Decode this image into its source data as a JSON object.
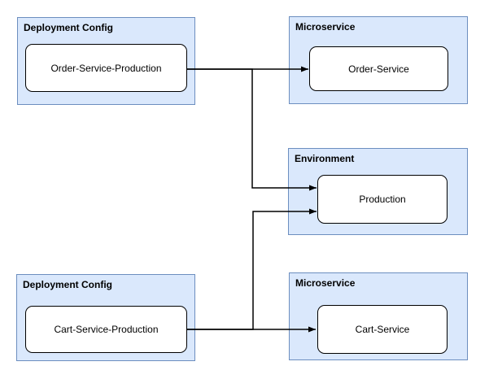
{
  "diagram": {
    "type": "flow-diagram",
    "containers": [
      {
        "id": "deployment-config-top",
        "label": "Deployment Config"
      },
      {
        "id": "microservice-top",
        "label": "Microservice"
      },
      {
        "id": "environment",
        "label": "Environment"
      },
      {
        "id": "deployment-config-bottom",
        "label": "Deployment Config"
      },
      {
        "id": "microservice-bottom",
        "label": "Microservice"
      }
    ],
    "nodes": [
      {
        "id": "order-service-production",
        "label": "Order-Service-Production",
        "container": "deployment-config-top"
      },
      {
        "id": "order-service",
        "label": "Order-Service",
        "container": "microservice-top"
      },
      {
        "id": "production",
        "label": "Production",
        "container": "environment"
      },
      {
        "id": "cart-service-production",
        "label": "Cart-Service-Production",
        "container": "deployment-config-bottom"
      },
      {
        "id": "cart-service",
        "label": "Cart-Service",
        "container": "microservice-bottom"
      }
    ],
    "edges": [
      {
        "from": "order-service-production",
        "to": "order-service",
        "style": "solid-arrow"
      },
      {
        "from": "order-service-production",
        "to": "production",
        "style": "solid-arrow"
      },
      {
        "from": "cart-service-production",
        "to": "cart-service",
        "style": "solid-arrow"
      },
      {
        "from": "cart-service-production",
        "to": "production",
        "style": "solid-arrow"
      }
    ],
    "colors": {
      "background": "#ffffff",
      "container_fill": "#dae8fc",
      "container_border": "#6c8ebf",
      "node_fill": "#ffffff",
      "node_border": "#000000",
      "edge": "#000000",
      "label": "#000000"
    }
  }
}
